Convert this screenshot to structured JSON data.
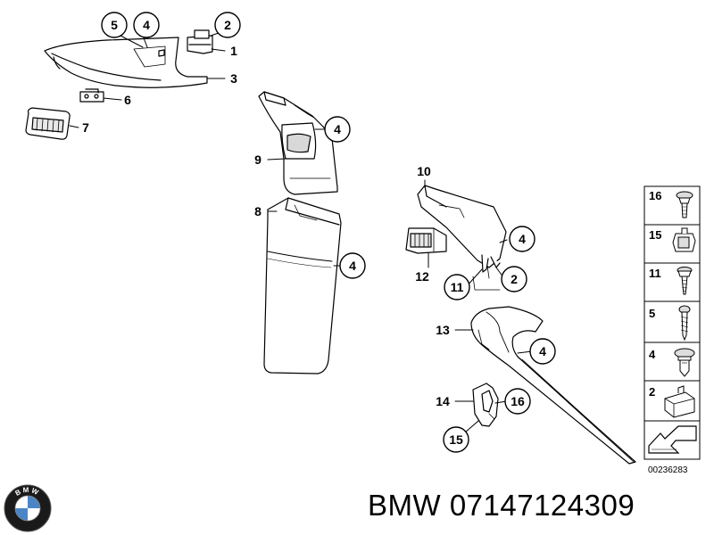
{
  "callouts": {
    "c1": "1",
    "c2": "2",
    "c3": "3",
    "c4": "4",
    "c5": "5",
    "c6": "6",
    "c7": "7",
    "c8": "8",
    "c9": "9",
    "c10": "10",
    "c11": "11",
    "c12": "12",
    "c13": "13",
    "c14": "14",
    "c15": "15",
    "c16": "16"
  },
  "legend": {
    "items": [
      "16",
      "15",
      "11",
      "5",
      "4",
      "2"
    ],
    "reference_number": "00236283"
  },
  "logo": {
    "letters": "BMW"
  },
  "footer": {
    "title": "BMW 07147124309"
  }
}
